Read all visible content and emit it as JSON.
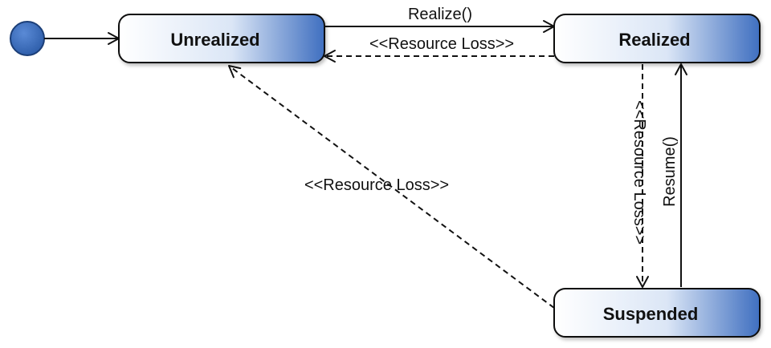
{
  "diagram": {
    "colors": {
      "state_fill_light": "#ffffff",
      "state_fill_dark": "#3f6fc0",
      "state_stroke": "#111111",
      "initial_fill": "#3a6fbf",
      "initial_stroke": "#1c3f78",
      "edge_color": "#111111"
    },
    "states": {
      "unrealized": "Unrealized",
      "realized": "Realized",
      "suspended": "Suspended"
    },
    "transitions": {
      "realize": "Realize()",
      "realized_to_unrealized": "<<Resource Loss>>",
      "suspended_to_unrealized": "<<Resource Loss>>",
      "realized_to_suspended": "<<Resource Loss>>",
      "resume": "Resume()"
    }
  }
}
